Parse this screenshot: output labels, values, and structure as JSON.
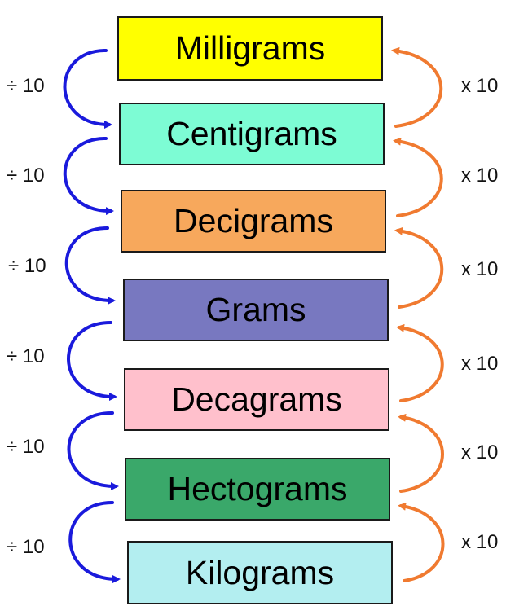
{
  "units": [
    {
      "name": "Milligrams",
      "color": "#ffff00"
    },
    {
      "name": "Centigrams",
      "color": "#7dfcd4"
    },
    {
      "name": "Decigrams",
      "color": "#f7a85c"
    },
    {
      "name": "Grams",
      "color": "#7878c0"
    },
    {
      "name": "Decagrams",
      "color": "#ffc0cc"
    },
    {
      "name": "Hectograms",
      "color": "#3aa86a"
    },
    {
      "name": "Kilograms",
      "color": "#b3eef0"
    }
  ],
  "divide_labels": [
    "÷ 10",
    "÷ 10",
    "÷ 10",
    "÷ 10",
    "÷ 10",
    "÷ 10"
  ],
  "multiply_labels": [
    "x 10",
    "x 10",
    "x 10",
    "x 10",
    "x 10",
    "x 10"
  ],
  "colors": {
    "divide_arrow": "#1a1adc",
    "multiply_arrow": "#f07a30"
  }
}
